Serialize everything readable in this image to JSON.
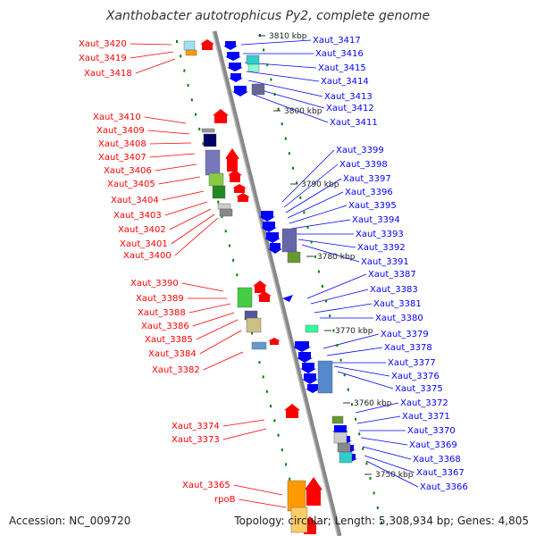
{
  "title": "Xanthobacter autotrophicus Py2, complete genome",
  "footer": {
    "accession": "Accession: NC_009720",
    "summary": "Topology: circular; Length: 5,308,934 bp; Genes: 4,805"
  },
  "colors": {
    "forward_gene": "#ff0000",
    "reverse_gene": "#0000ff",
    "axis": "#888888",
    "ticks": "#008000"
  },
  "chart_data": {
    "type": "genome-map",
    "scale_marks": [
      {
        "label": "3810 kbp",
        "kbp": 3810
      },
      {
        "label": "3800 kbp",
        "kbp": 3800
      },
      {
        "label": "3790 kbp",
        "kbp": 3790
      },
      {
        "label": "3780 kbp",
        "kbp": 3780
      },
      {
        "label": "3770 kbp",
        "kbp": 3770
      },
      {
        "label": "3760 kbp",
        "kbp": 3760
      },
      {
        "label": "3750 kbp",
        "kbp": 3750
      }
    ],
    "forward_genes": [
      "Xaut_3420",
      "Xaut_3419",
      "Xaut_3418",
      "Xaut_3410",
      "Xaut_3409",
      "Xaut_3408",
      "Xaut_3407",
      "Xaut_3406",
      "Xaut_3405",
      "Xaut_3404",
      "Xaut_3403",
      "Xaut_3402",
      "Xaut_3401",
      "Xaut_3400",
      "Xaut_3390",
      "Xaut_3389",
      "Xaut_3388",
      "Xaut_3386",
      "Xaut_3385",
      "Xaut_3384",
      "Xaut_3382",
      "Xaut_3374",
      "Xaut_3373",
      "Xaut_3365",
      "rpoB"
    ],
    "reverse_genes": [
      "Xaut_3417",
      "Xaut_3416",
      "Xaut_3415",
      "Xaut_3414",
      "Xaut_3413",
      "Xaut_3412",
      "Xaut_3411",
      "Xaut_3399",
      "Xaut_3398",
      "Xaut_3397",
      "Xaut_3396",
      "Xaut_3395",
      "Xaut_3394",
      "Xaut_3393",
      "Xaut_3392",
      "Xaut_3391",
      "Xaut_3387",
      "Xaut_3383",
      "Xaut_3381",
      "Xaut_3380",
      "Xaut_3379",
      "Xaut_3378",
      "Xaut_3377",
      "Xaut_3376",
      "Xaut_3375",
      "Xaut_3372",
      "Xaut_3371",
      "Xaut_3370",
      "Xaut_3369",
      "Xaut_3368",
      "Xaut_3367",
      "Xaut_3366"
    ]
  }
}
